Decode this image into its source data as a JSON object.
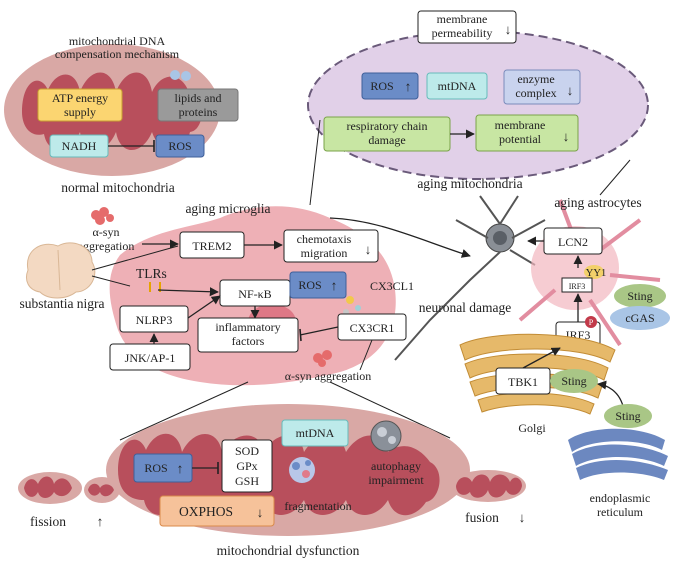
{
  "normal": {
    "title_1": "mitochondrial DNA",
    "title_2": "compensation mechanism",
    "atp_1": "ATP energy",
    "atp_2": "supply",
    "lipids_1": "lipids and",
    "lipids_2": "proteins",
    "nadh": "NADH",
    "ros": "ROS",
    "caption": "normal mitochondria"
  },
  "aging_mito": {
    "membrane_perm_1": "membrane",
    "membrane_perm_2": "permeability",
    "ros": "ROS",
    "mtdna": "mtDNA",
    "enzyme_1": "enzyme",
    "enzyme_2": "complex",
    "resp_1": "respiratory chain",
    "resp_2": "damage",
    "membrane_pot_1": "membrane",
    "membrane_pot_2": "potential",
    "caption": "aging mitochondria"
  },
  "microglia": {
    "caption": "aging microglia",
    "asyn_1": "α-syn",
    "asyn_2": "aggregation",
    "trem2": "TREM2",
    "chemotaxis_1": "chemotaxis",
    "chemotaxis_2": "migration",
    "tlrs": "TLRs",
    "nfkb": "NF-κB",
    "nlrp3": "NLRP3",
    "ros": "ROS",
    "cx3cl1": "CX3CL1",
    "cx3cr1": "CX3CR1",
    "inflam_1": "inflammatory",
    "inflam_2": "factors",
    "jnk": "JNK/AP-1",
    "asyn_agg": "α-syn aggregation",
    "substantia": "substantia nigra"
  },
  "astro": {
    "caption": "aging astrocytes",
    "lcn2": "LCN2",
    "yy1": "YY1",
    "irf3_small": "IRF3",
    "sting": "Sting",
    "cgas": "cGAS",
    "irf3": "IRF3",
    "p": "P",
    "tbk1": "TBK1",
    "sting2": "Sting",
    "golgi": "Golgi",
    "sting3": "Sting",
    "er_1": "endoplasmic",
    "er_2": "reticulum",
    "neuronal": "neuronal damage"
  },
  "dysfunction": {
    "ros": "ROS",
    "sod": "SOD",
    "gpx": "GPx",
    "gsh": "GSH",
    "mtdna": "mtDNA",
    "autophagy_1": "autophagy",
    "autophagy_2": "impairment",
    "fragmentation": "fragmentation",
    "oxphos": "OXPHOS",
    "fission": "fission",
    "fusion": "fusion",
    "caption": "mitochondrial dysfunction"
  },
  "arrows": {
    "up": "↑",
    "down": "↓"
  },
  "colors": {
    "mito_outer": "#d9a8a5",
    "mito_inner": "#b84f5c",
    "microglia": "#eeb0b6",
    "aging_mito_fill": "#e1d0e8",
    "aging_mito_border": "#6a5a7a",
    "ros_box": "#6b8cc7",
    "atp_box": "#fbd571",
    "lipid_box": "#9a9a9a",
    "nadh_box": "#bdeaea",
    "green_box": "#c8e6a3",
    "enzyme_box": "#c9d3ee",
    "oxphos_box": "#f6c29a",
    "sting": "#a9c686",
    "cgas": "#a9c5e6",
    "golgi": "#e6b96a",
    "er": "#6c88c0"
  }
}
